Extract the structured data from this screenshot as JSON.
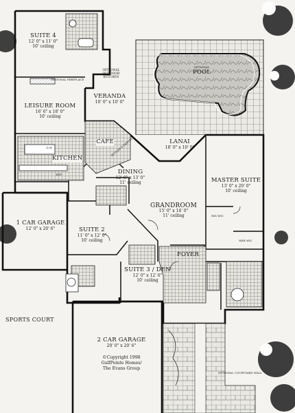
{
  "rooms": {
    "suite4": {
      "name": "SUITE 4",
      "dim": "12' 0\" x 11' 0\"",
      "ceiling": "10' ceiling"
    },
    "leisure": {
      "name": "LEISURE ROOM",
      "dim": "16' 6\" x 18' 0\"",
      "ceiling": "10' ceiling"
    },
    "veranda": {
      "name": "VERANDA",
      "dim": "10' 0\" x 10' 0\""
    },
    "lanai": {
      "name": "LANAI",
      "dim": "18' 0\" x 10' 0\""
    },
    "cafe": {
      "name": "CAFE"
    },
    "kitchen": {
      "name": "KITCHEN"
    },
    "dining": {
      "name": "DINING",
      "dim": "12' 0\" x 13' 0\"",
      "ceiling": "11' ceiling"
    },
    "grandroom": {
      "name": "GRANDROOM",
      "dim": "15' 0\" x 14' 0\"",
      "ceiling": "11' ceiling"
    },
    "master": {
      "name": "MASTER SUITE",
      "dim": "13' 0\" x 20' 0\"",
      "ceiling": "10' ceiling"
    },
    "garage1": {
      "name": "1 CAR GARAGE",
      "dim": "12' 0\" x 20' 6\""
    },
    "suite2": {
      "name": "SUITE 2",
      "dim": "11' 0\" x 12' 0\"",
      "ceiling": "10' ceiling"
    },
    "suite3": {
      "name": "SUITE 3 / DEN",
      "dim": "12' 0\" x 12' 6\"",
      "ceiling": "10' ceiling"
    },
    "foyer": {
      "name": "FOYER"
    },
    "garage2": {
      "name": "2 CAR GARAGE",
      "dim": "20' 0\" x 20' 6\""
    }
  },
  "notes": {
    "pool": "POOL",
    "pool_optional": "OPTIONAL",
    "outdoor_kitchen": [
      "OPTIONAL",
      "OUTDOOR",
      "KITCHEN"
    ],
    "fireplace": "OPTIONAL FIREPLACE",
    "his_wic": "HIS WIC",
    "her_wic": "HER WIC",
    "courtyard": "OPTIONAL COURTYARD WALL",
    "ref": "REF.",
    "dw": "D.W.",
    "butler": "BUTLER'S PANTRY",
    "sports_court": "SPORTS COURT"
  },
  "copyright": [
    "©Copyright 1998",
    "GulfPointe Homes/",
    "The Evans Group"
  ]
}
